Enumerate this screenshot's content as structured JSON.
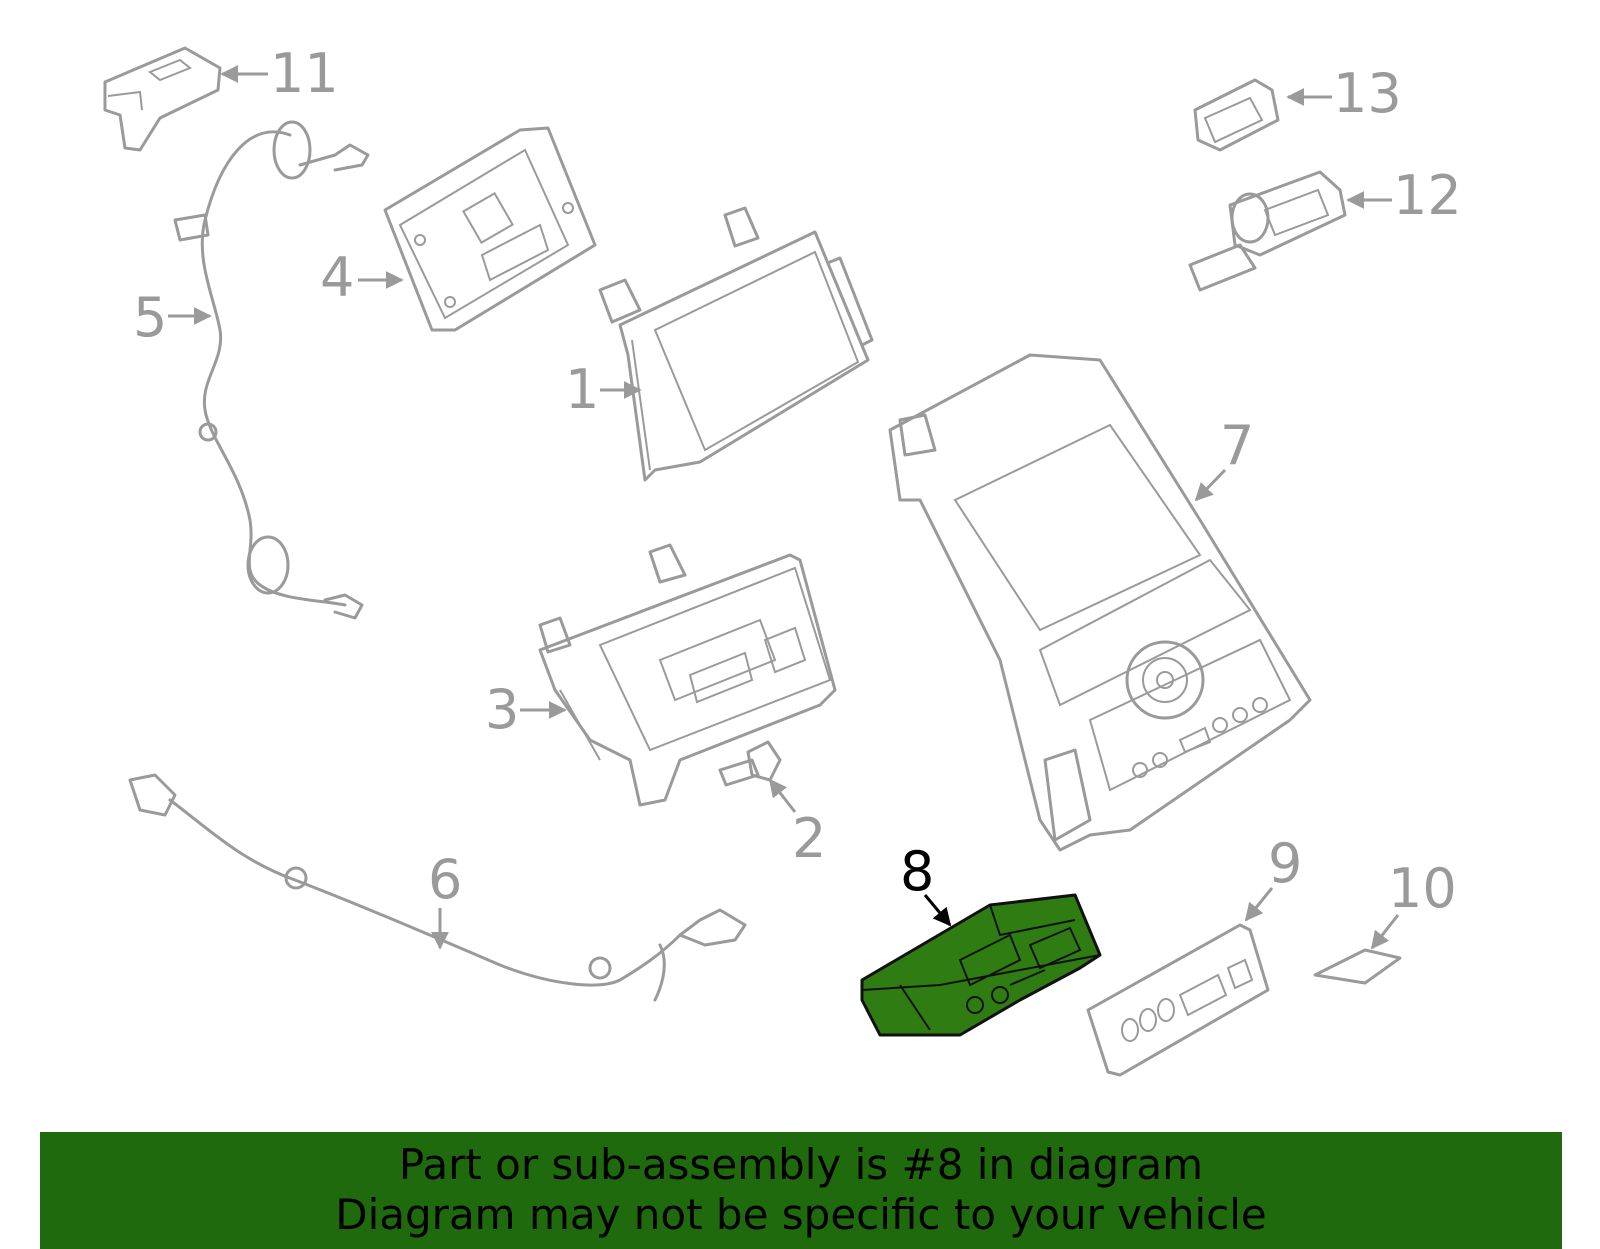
{
  "callouts": {
    "c1": "1",
    "c2": "2",
    "c3": "3",
    "c4": "4",
    "c5": "5",
    "c6": "6",
    "c7": "7",
    "c8": "8",
    "c9": "9",
    "c10": "10",
    "c11": "11",
    "c12": "12",
    "c13": "13"
  },
  "highlighted_part": "8",
  "colors": {
    "highlight": "#2f7d12",
    "banner": "#1f6a0c",
    "line": "#9a9a9a"
  },
  "banner": {
    "line1": "Part or sub-assembly is #8 in diagram",
    "line2": "Diagram may not be specific to your vehicle"
  }
}
